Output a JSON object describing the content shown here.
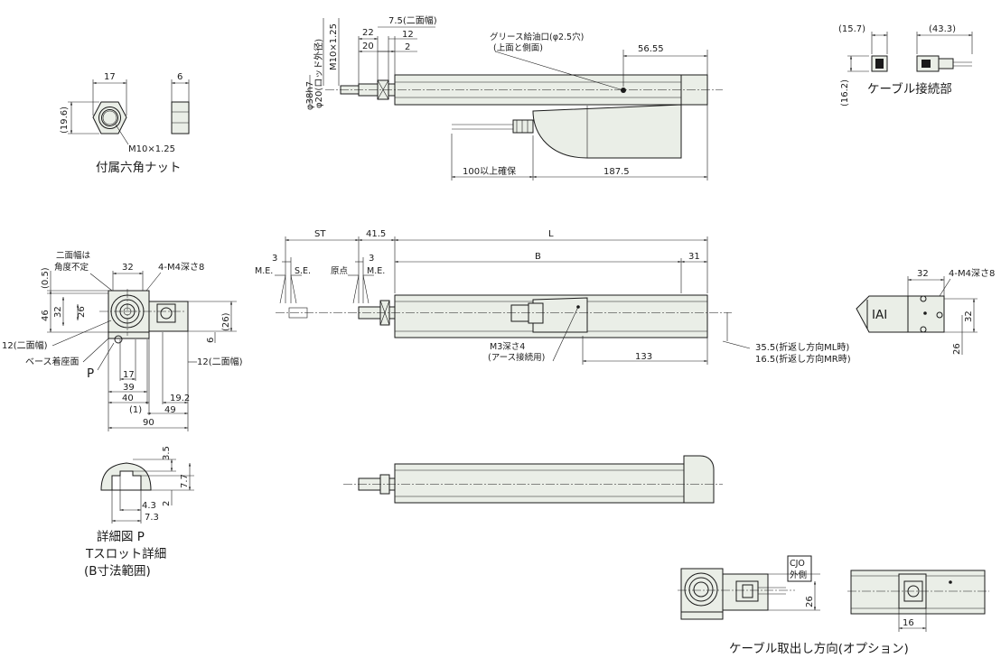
{
  "top_view": {
    "rod_diameter": "φ20(ロッド外径)",
    "rod_thread": "M10×1.25",
    "dim_22": "22",
    "dim_20": "20",
    "dim_7_5": "7.5(二面幅)",
    "dim_12": "12",
    "dim_2": "2",
    "dim_38h7": "φ38h7",
    "grease_1": "グリース給油口(φ2.5穴)",
    "grease_2": "(上面と側面)",
    "dim_56_55": "56.55",
    "dim_100": "100以上確保",
    "dim_187_5": "187.5"
  },
  "nut": {
    "dim_17": "17",
    "dim_6": "6",
    "dim_19_6": "(19.6)",
    "thread": "M10×1.25",
    "caption": "付属六角ナット"
  },
  "connector": {
    "dim_15_7": "(15.7)",
    "dim_43_3": "(43.3)",
    "dim_16_2": "(16.2)",
    "caption": "ケーブル接続部"
  },
  "end_view": {
    "note_1": "二面幅は",
    "note_2": "角度不定",
    "dim_32": "32",
    "tap": "4-M4深さ8",
    "dim_0_5": "(0.5)",
    "dim_46": "46",
    "dim_32v": "32",
    "dim_26v": "26",
    "dim_12_left": "12(二面幅)",
    "base": "ベース着座面",
    "label_p": "P",
    "dim_17": "17",
    "dim_39": "39",
    "dim_40": "40",
    "dim_1": "(1)",
    "dim_19_2": "19.2",
    "dim_49": "49",
    "dim_90": "90",
    "dim_26r": "(26)",
    "dim_6": "6",
    "dim_12_right": "12(二面幅)"
  },
  "side_view": {
    "st": "ST",
    "dim_41_5": "41.5",
    "dim_l": "L",
    "dim_3a": "3",
    "dim_3b": "3",
    "me1": "M.E.",
    "se": "S.E.",
    "origin": "原点",
    "me2": "M.E.",
    "dim_b": "B",
    "dim_31": "31",
    "m3_1": "M3深さ4",
    "m3_2": "(アース接続用)",
    "dim_133": "133",
    "fold_ml": "35.5(折返し方向ML時)",
    "fold_mr": "16.5(折返し方向MR時)"
  },
  "right_view": {
    "dim_32": "32",
    "tap": "4-M4深さ8",
    "dim_32v": "32",
    "dim_26": "26",
    "logo": "IAI"
  },
  "t_slot": {
    "dim_3_5": "3.5",
    "dim_7_7": "7.7",
    "dim_2": "2",
    "dim_4_3": "4.3",
    "dim_7_3": "7.3",
    "caption_1": "詳細図 P",
    "caption_2": "Tスロット詳細",
    "caption_3": "(B寸法範囲)"
  },
  "option": {
    "cjo_1": "CJO",
    "cjo_2": "外側",
    "dim_26": "26",
    "dim_16": "16",
    "caption": "ケーブル取出し方向(オプション)"
  }
}
